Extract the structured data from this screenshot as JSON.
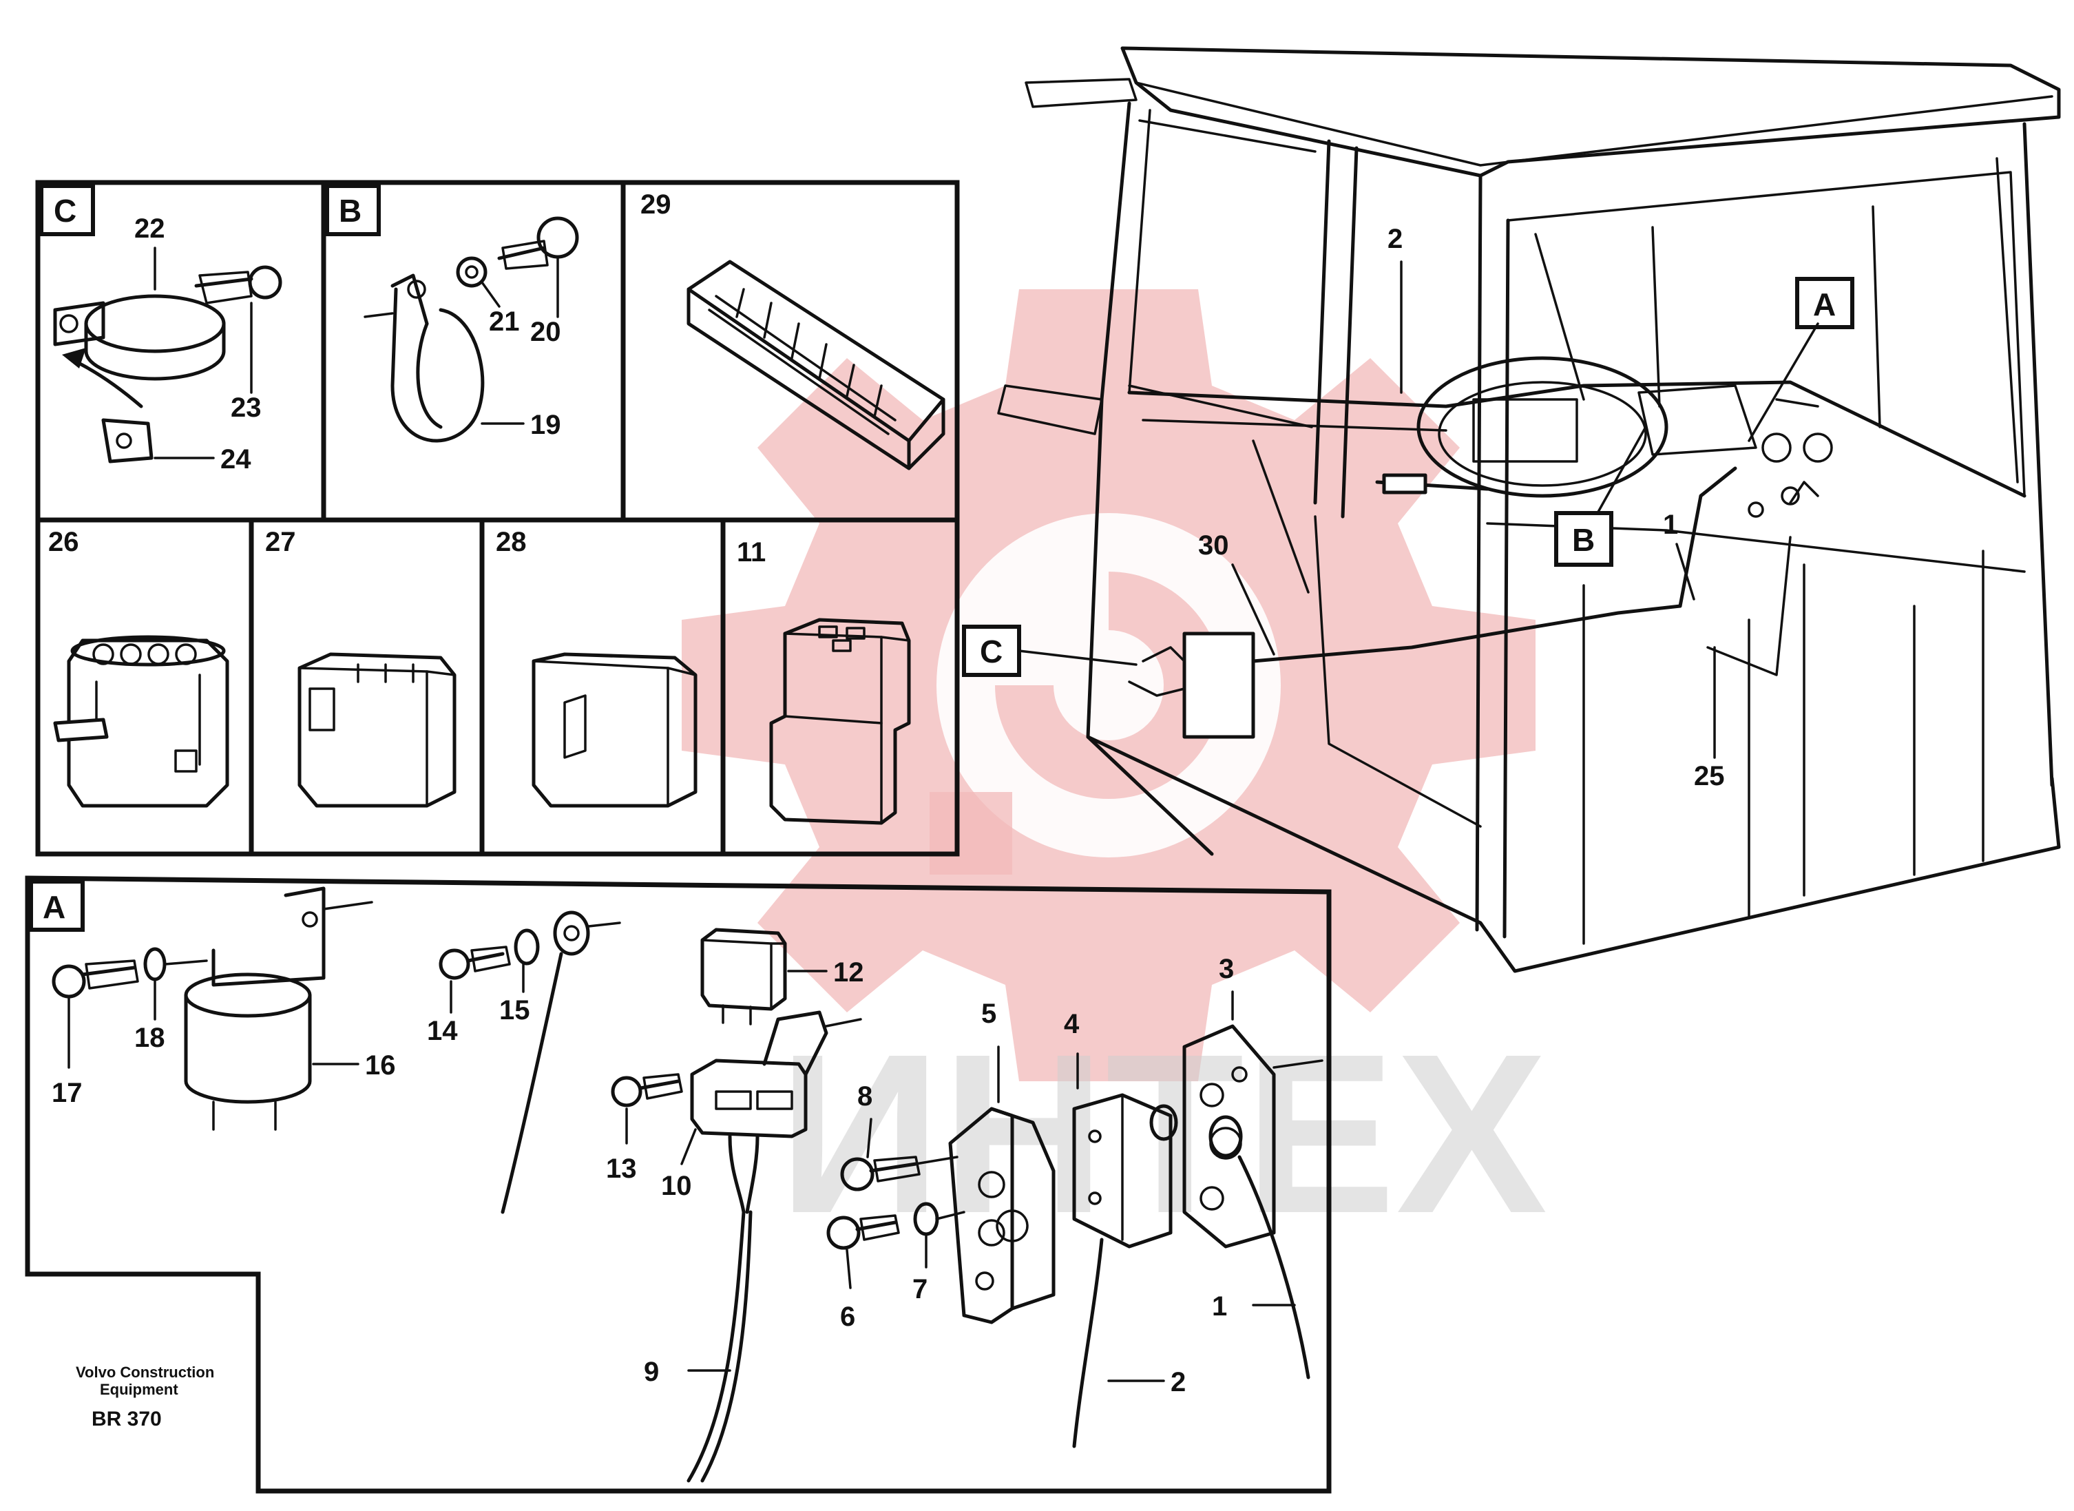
{
  "callouts": {
    "c": "C",
    "b": "B",
    "a": "A",
    "n1": "1",
    "n2": "2",
    "n3": "3",
    "n4": "4",
    "n5": "5",
    "n6": "6",
    "n7": "7",
    "n8": "8",
    "n9": "9",
    "n10": "10",
    "n11": "11",
    "n12": "12",
    "n13": "13",
    "n14": "14",
    "n15": "15",
    "n16": "16",
    "n17": "17",
    "n18": "18",
    "n19": "19",
    "n20": "20",
    "n21": "21",
    "n22": "22",
    "n23": "23",
    "n24": "24",
    "n25": "25",
    "n26": "26",
    "n27": "27",
    "n28": "28",
    "n29": "29",
    "n30": "30"
  },
  "credit": {
    "line1": "Volvo Construction",
    "line2": "Equipment",
    "code": "BR 370"
  },
  "watermark": {
    "text": "ИНТЕХ",
    "color": "#f2b9b9"
  },
  "colors": {
    "ink": "#111111",
    "background": "#ffffff"
  }
}
